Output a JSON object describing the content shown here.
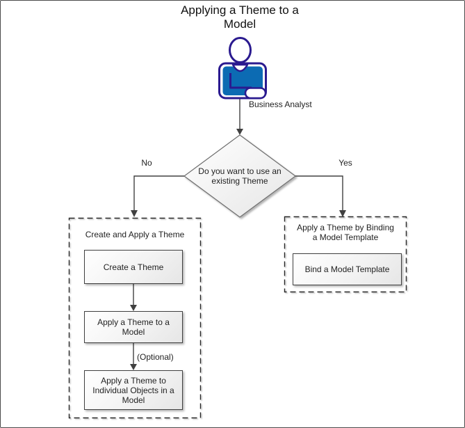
{
  "title": "Applying a Theme to a\nModel",
  "actor": {
    "label": "Business Analyst"
  },
  "decision": {
    "text": "Do you want to use an\nexisting Theme",
    "no_label": "No",
    "yes_label": "Yes"
  },
  "left_group": {
    "heading": "Create and Apply a Theme",
    "optional_label": "(Optional)",
    "steps": [
      {
        "label": "Create a Theme"
      },
      {
        "label": "Apply a Theme to a\nModel"
      },
      {
        "label": "Apply a Theme to\nIndividual Objects in a\nModel"
      }
    ]
  },
  "right_group": {
    "heading": "Apply a Theme by Binding\na Model Template",
    "steps": [
      {
        "label": "Bind a Model Template"
      }
    ]
  },
  "colors": {
    "actor_fill": "#0c6bb3",
    "actor_stroke": "#2a1a8f",
    "line": "#404040",
    "box_border": "#404040",
    "diamond_border": "#6e6e6e",
    "dashed_border": "#262626",
    "box_gradient_end": "#e6e6e6"
  }
}
